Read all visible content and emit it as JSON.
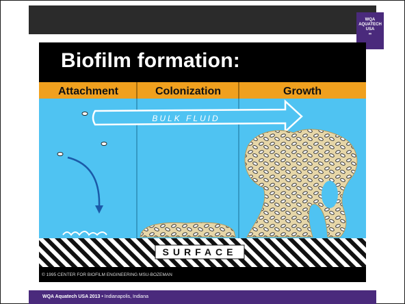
{
  "logo": {
    "line1": "WQA",
    "line2": "AQUATECH",
    "line3": "USA",
    "line4": "∞"
  },
  "slide": {
    "title": "Biofilm formation:",
    "stages": [
      "Attachment",
      "Colonization",
      "Growth"
    ],
    "bulk_fluid_label": "BULK FLUID",
    "surface_label": "SURFACE",
    "copyright": "© 1995  CENTER FOR BIOFILM ENGINEERING  MSU-BOZEMAN"
  },
  "footer": {
    "bold": "WQA Aquatech USA 2013 •",
    "text": " Indianapolis, Indiana"
  },
  "colors": {
    "header_band": "#f0a01e",
    "water": "#4fc3f2",
    "biofilm": "#e6d6a8",
    "purple": "#4a2a7c"
  }
}
